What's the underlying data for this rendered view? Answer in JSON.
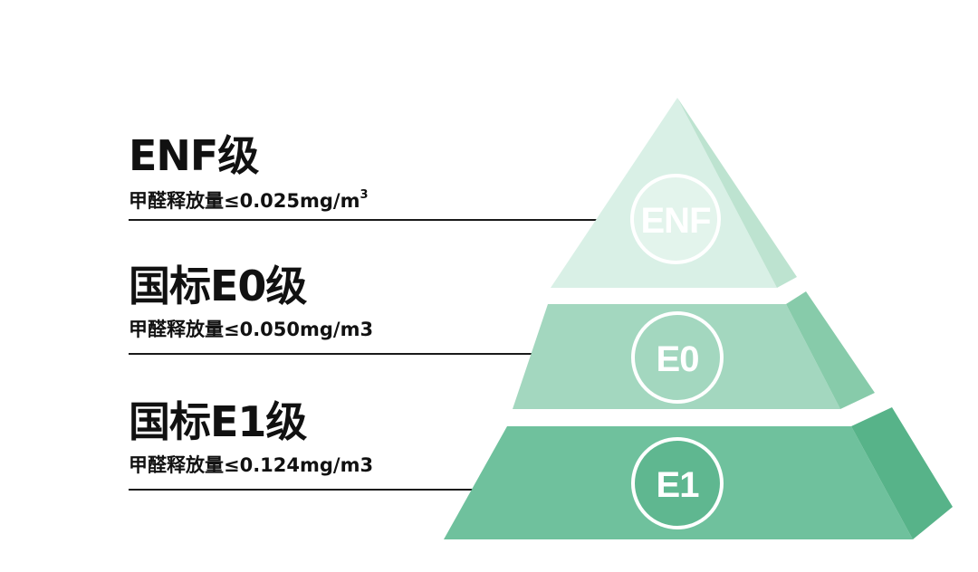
{
  "tiers": [
    {
      "title": "ENF级",
      "desc": "甲醛释放量≤0.025mg/m",
      "desc_sup": "3",
      "badge": "ENF",
      "colors": {
        "front": "#d9f0e6",
        "side": "#bde3d0",
        "circle_fill": "#e3f4ec"
      }
    },
    {
      "title": "国标E0级",
      "desc": "甲醛释放量≤0.050mg/m3",
      "badge": "E0",
      "colors": {
        "front": "#a3d7bf",
        "side": "#87cbaa",
        "circle_fill": "#a3d7bf"
      }
    },
    {
      "title": "国标E1级",
      "desc": "甲醛释放量≤0.124mg/m3",
      "badge": "E1",
      "colors": {
        "front": "#6fc19d",
        "side": "#57b389",
        "circle_fill": "#5fb790"
      }
    }
  ],
  "line_color": "#1a1a1a",
  "ring_color": "#ffffff"
}
